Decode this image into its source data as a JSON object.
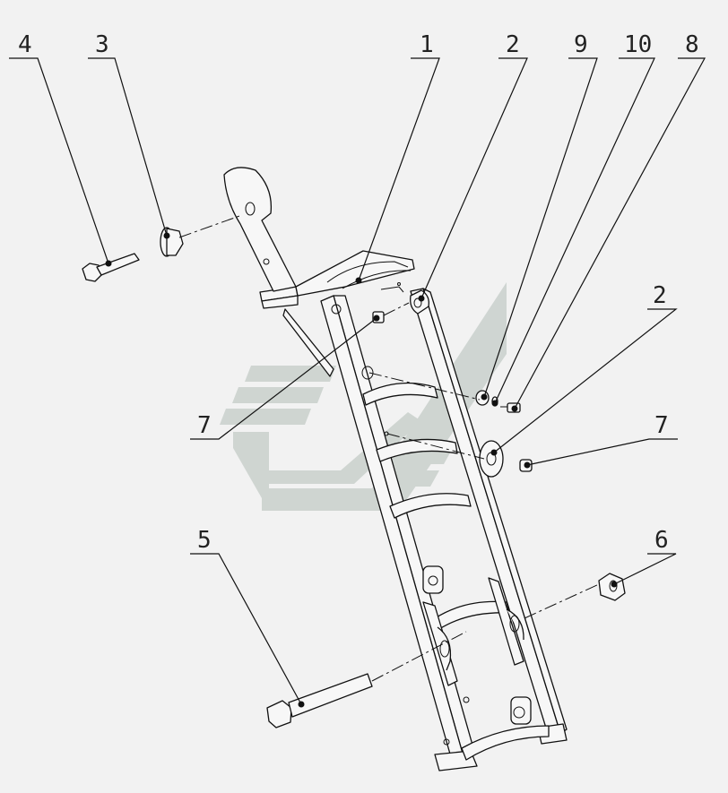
{
  "diagram": {
    "background": "#f2f2f2",
    "watermark_color": "#c9d0cc",
    "labels": [
      {
        "id": "p4",
        "text": "4"
      },
      {
        "id": "p3",
        "text": "3"
      },
      {
        "id": "p1",
        "text": "1"
      },
      {
        "id": "p2a",
        "text": "2"
      },
      {
        "id": "p9",
        "text": "9"
      },
      {
        "id": "p10",
        "text": "10"
      },
      {
        "id": "p8",
        "text": "8"
      },
      {
        "id": "p2b",
        "text": "2"
      },
      {
        "id": "p7a",
        "text": "7"
      },
      {
        "id": "p7b",
        "text": "7"
      },
      {
        "id": "p5",
        "text": "5"
      },
      {
        "id": "p6",
        "text": "6"
      }
    ]
  }
}
